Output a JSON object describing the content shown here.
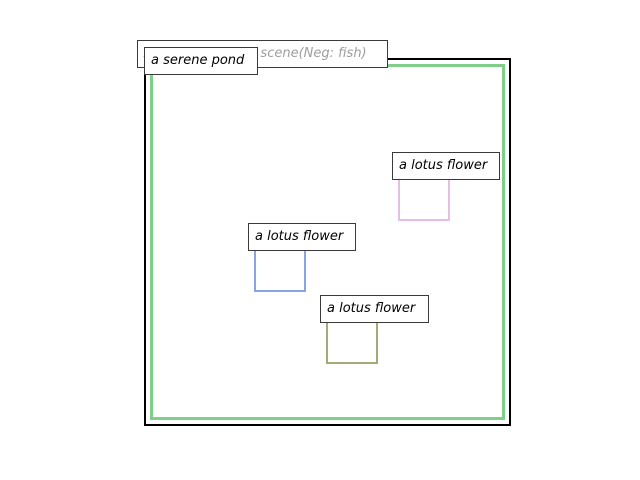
{
  "scene": {
    "caption": "A serene outdoor scene(Neg: fish)",
    "caption_color": "#9e9e9e",
    "frame_color": "#000000"
  },
  "regions": [
    {
      "label": "a serene pond",
      "color": "#7fcf8a"
    },
    {
      "label": "a lotus flower",
      "color": "#e3bfe3"
    },
    {
      "label": "a lotus flower",
      "color": "#8aa2e6"
    },
    {
      "label": "a lotus flower",
      "color": "#a6a878"
    }
  ]
}
